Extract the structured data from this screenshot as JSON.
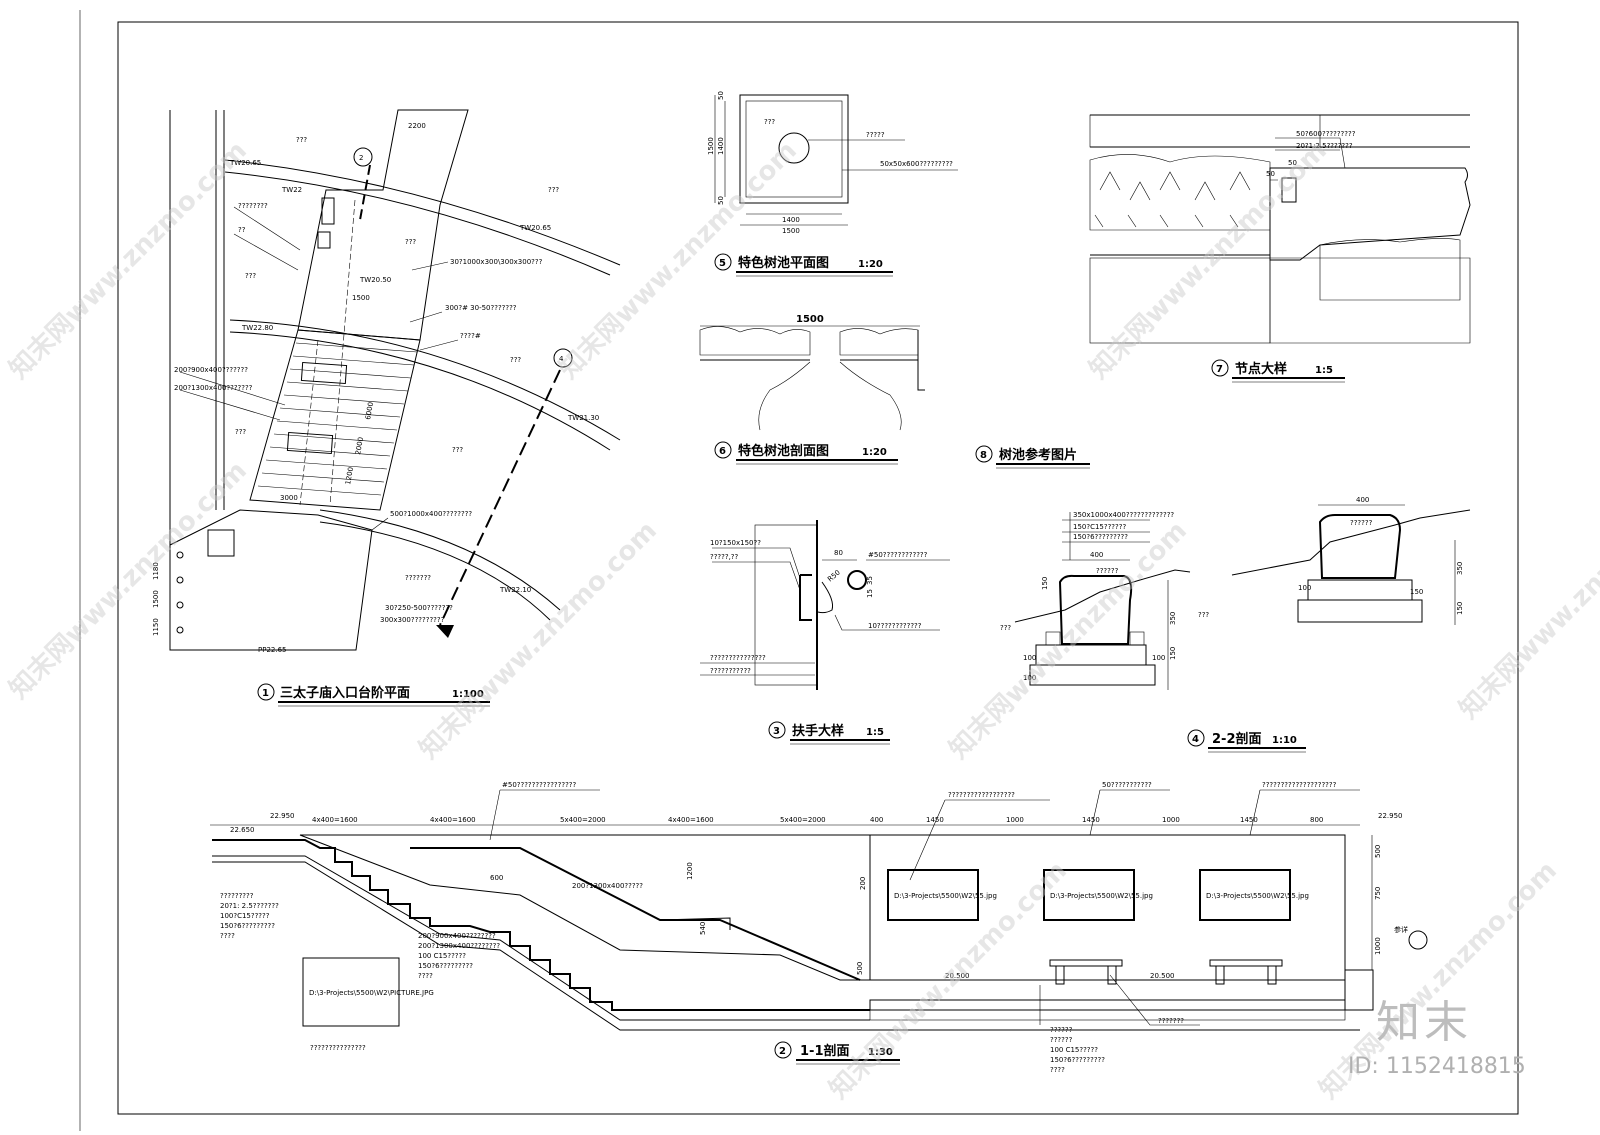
{
  "titles": {
    "plan": {
      "num": "1",
      "name": "三太子庙入口台阶平面",
      "scale": "1:100"
    },
    "section11": {
      "num": "2",
      "name": "1-1剖面",
      "scale": "1:30"
    },
    "handrail": {
      "num": "3",
      "name": "扶手大样",
      "scale": "1:5"
    },
    "section22": {
      "num": "4",
      "name": "2-2剖面",
      "scale": "1:10"
    },
    "treepitPlan": {
      "num": "5",
      "name": "特色树池平面图",
      "scale": "1:20"
    },
    "treepitSection": {
      "num": "6",
      "name": "特色树池剖面图",
      "scale": "1:20"
    },
    "node": {
      "num": "7",
      "name": "节点大样",
      "scale": "1:5"
    },
    "reference": {
      "num": "8",
      "name": "树池参考图片"
    }
  },
  "plan_labels": {
    "tw1": "TW20.65",
    "tw2": "TW22",
    "tw3": "TW20.65",
    "tw4": "TW22.80",
    "tw5": "TW21.30",
    "tw6": "TW22.10",
    "pp": "PP22.65",
    "tw_mid": "TW20.50",
    "q1": "???",
    "q2": "???",
    "q3": "????????",
    "q4": "??",
    "q5": "???",
    "q6": "???",
    "q7": "???",
    "q8": "???",
    "q9": "???",
    "note1": "30?1000x300\\300x300???",
    "note2": "300?# 30-50???????",
    "note3": "????#",
    "note4": "200?900x400???????",
    "note5": "200?1300x400???????",
    "note6": "500?1000x400????????",
    "note7": "???????",
    "note8": "30?250-500???????",
    "note9": "300x300?????????",
    "d1": "2200",
    "d2": "1500",
    "d3": "6000",
    "d4": "2000",
    "d5": "1200",
    "d6": "3000",
    "d7": "1180",
    "d8": "1500",
    "d9": "1150",
    "sec_mark_a": "2",
    "sec_mark_b": "4"
  },
  "treepit_plan": {
    "dim_outer": "1500",
    "dim_inner": "1400",
    "dim_side1": "1500",
    "dim_side2": "1400",
    "dim_top": "50",
    "dim_bot": "50",
    "label_in": "???",
    "label_circle": "?????",
    "label_edge": "50x50x600?????????"
  },
  "treepit_section": {
    "dim": "1500"
  },
  "handrail_labels": {
    "l1": "10?150x150??",
    "l2": "?????,??",
    "l3": "#50????????????",
    "l4": "10????????????",
    "l5": "???????????????",
    "l6": "???????????",
    "d1": "80",
    "d2": "35",
    "d3": "15",
    "d4": "R50"
  },
  "node_labels": {
    "l1": "50?600?????????",
    "l2": "20?1:2.5???????",
    "d1": "50",
    "d2": "50"
  },
  "section22_labels": {
    "l1": "350x1000x400?????????????",
    "l2": "150?C15??????",
    "l3": "150?6?????????",
    "l4": "??????",
    "l5": "???",
    "l6": "???",
    "l7": "??????",
    "w1": "400",
    "w2": "400",
    "d100a": "100",
    "d100b": "100",
    "d100c": "100",
    "d100d": "100",
    "d150": "150",
    "d350": "350",
    "d150b": "150",
    "d350b": "350",
    "d150c": "150",
    "d150d": "150"
  },
  "section11_labels": {
    "top_left": "22.950",
    "top_right": "22.950",
    "left_lvl": "22.650",
    "mid_lvl1": "20.500",
    "mid_lvl2": "20.500",
    "dims": [
      "4x400=1600",
      "4x400=1600",
      "5x400=2000",
      "4x400=1600",
      "5x400=2000",
      "400",
      "1450",
      "1000",
      "1450",
      "1000",
      "1450",
      "800"
    ],
    "rail": "#50????????????????",
    "wall_top": "??????????????????",
    "wall_top2": "50???????????",
    "wall_top3": "????????????????????",
    "img1": "D:\\3-Projects\\5500\\W2\\55.jpg",
    "img2": "D:\\3-Projects\\5500\\W2\\55.jpg",
    "img3": "D:\\3-Projects\\5500\\W2\\55.jpg",
    "ref_img": "D:\\3-Projects\\5500\\W2\\PICTURE.JPG",
    "ref_label": "???????????????",
    "left1": "?????????",
    "left2": "20?1: 2.5???????",
    "left3": "100?C15?????",
    "left4": "150?6?????????",
    "left5": "????",
    "mid1": "200?900x400????????",
    "mid2": "200?1300x400????????",
    "mid3": "100 C15?????",
    "mid4": "150?6?????????",
    "mid5": "????",
    "mid6": "200?1300x400?????",
    "bot1": "??????",
    "bot2": "??????",
    "bot3": "100 C15?????",
    "bot4": "150?6?????????",
    "bot5": "????",
    "bench": "???????",
    "ref_tag": "参详",
    "h600": "600",
    "h1200": "1200",
    "h540": "540",
    "h500": "500",
    "h200": "200",
    "h750": "750",
    "h1000": "1000"
  },
  "watermark": "知末网www.znzmo.com",
  "brand": "知末",
  "doc_id": "ID: 1152418815"
}
